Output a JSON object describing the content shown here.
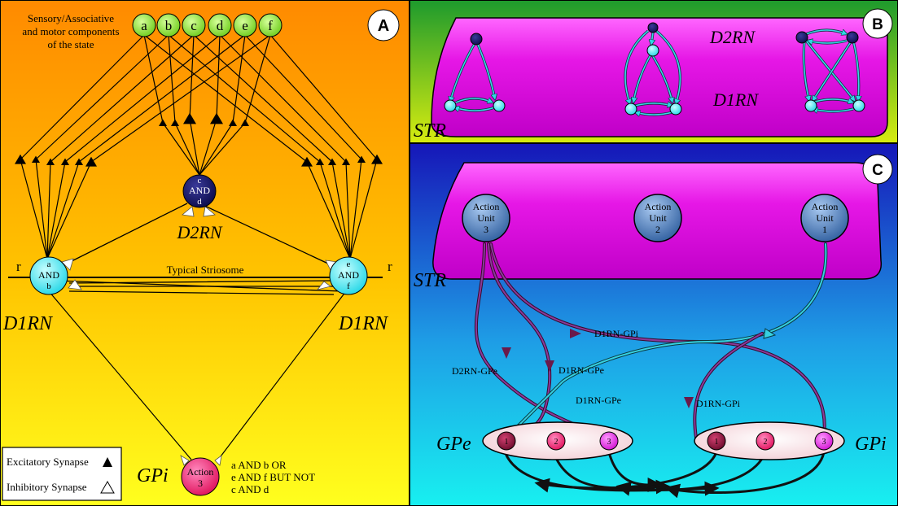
{
  "panels": {
    "A": {
      "badge": "A",
      "header": [
        "Sensory/Associative",
        "and motor components",
        "of the state"
      ],
      "inputs": [
        "a",
        "b",
        "c",
        "d",
        "e",
        "f"
      ],
      "d2_node": [
        "c",
        "AND",
        "d"
      ],
      "d2_label": "D2RN",
      "left_node": [
        "a",
        "AND",
        "b"
      ],
      "right_node": [
        "e",
        "AND",
        "f"
      ],
      "r_left": "r",
      "r_right": "r",
      "striosome": "Typical Striosome",
      "d1_left": "D1RN",
      "d1_right": "D1RN",
      "gpi_label": "GPi",
      "action_node": [
        "Action",
        "3"
      ],
      "rule": [
        "a AND b OR",
        "e AND f BUT NOT",
        "c AND d"
      ],
      "legend": {
        "excitatory": "Excitatory Synapse",
        "inhibitory": "Inhibitory Synapse"
      }
    },
    "B": {
      "badge": "B",
      "d2_label": "D2RN",
      "d1_label": "D1RN",
      "str_label": "STR"
    },
    "C": {
      "badge": "C",
      "units": [
        {
          "lines": [
            "Action",
            "Unit",
            "3"
          ]
        },
        {
          "lines": [
            "Action",
            "Unit",
            "2"
          ]
        },
        {
          "lines": [
            "Action",
            "Unit",
            "1"
          ]
        }
      ],
      "str_label": "STR",
      "paths": [
        "D1RN-GPi",
        "D2RN-GPe",
        "D1RN-GPe",
        "D1RN-GPe",
        "D1RN-GPi"
      ],
      "gpe_label": "GPe",
      "gpi_label": "GPi",
      "gpe_nodes": [
        "1",
        "2",
        "3"
      ],
      "gpi_nodes": [
        "1",
        "2",
        "3"
      ]
    }
  },
  "colors": {
    "cyan": "#33e6f0",
    "navy": "#0b0b4a",
    "magenta": "#e617e6",
    "green_node": "#7edc2a",
    "pink_action": "#ee1a6a",
    "unit_blue": "#4d79b8"
  }
}
